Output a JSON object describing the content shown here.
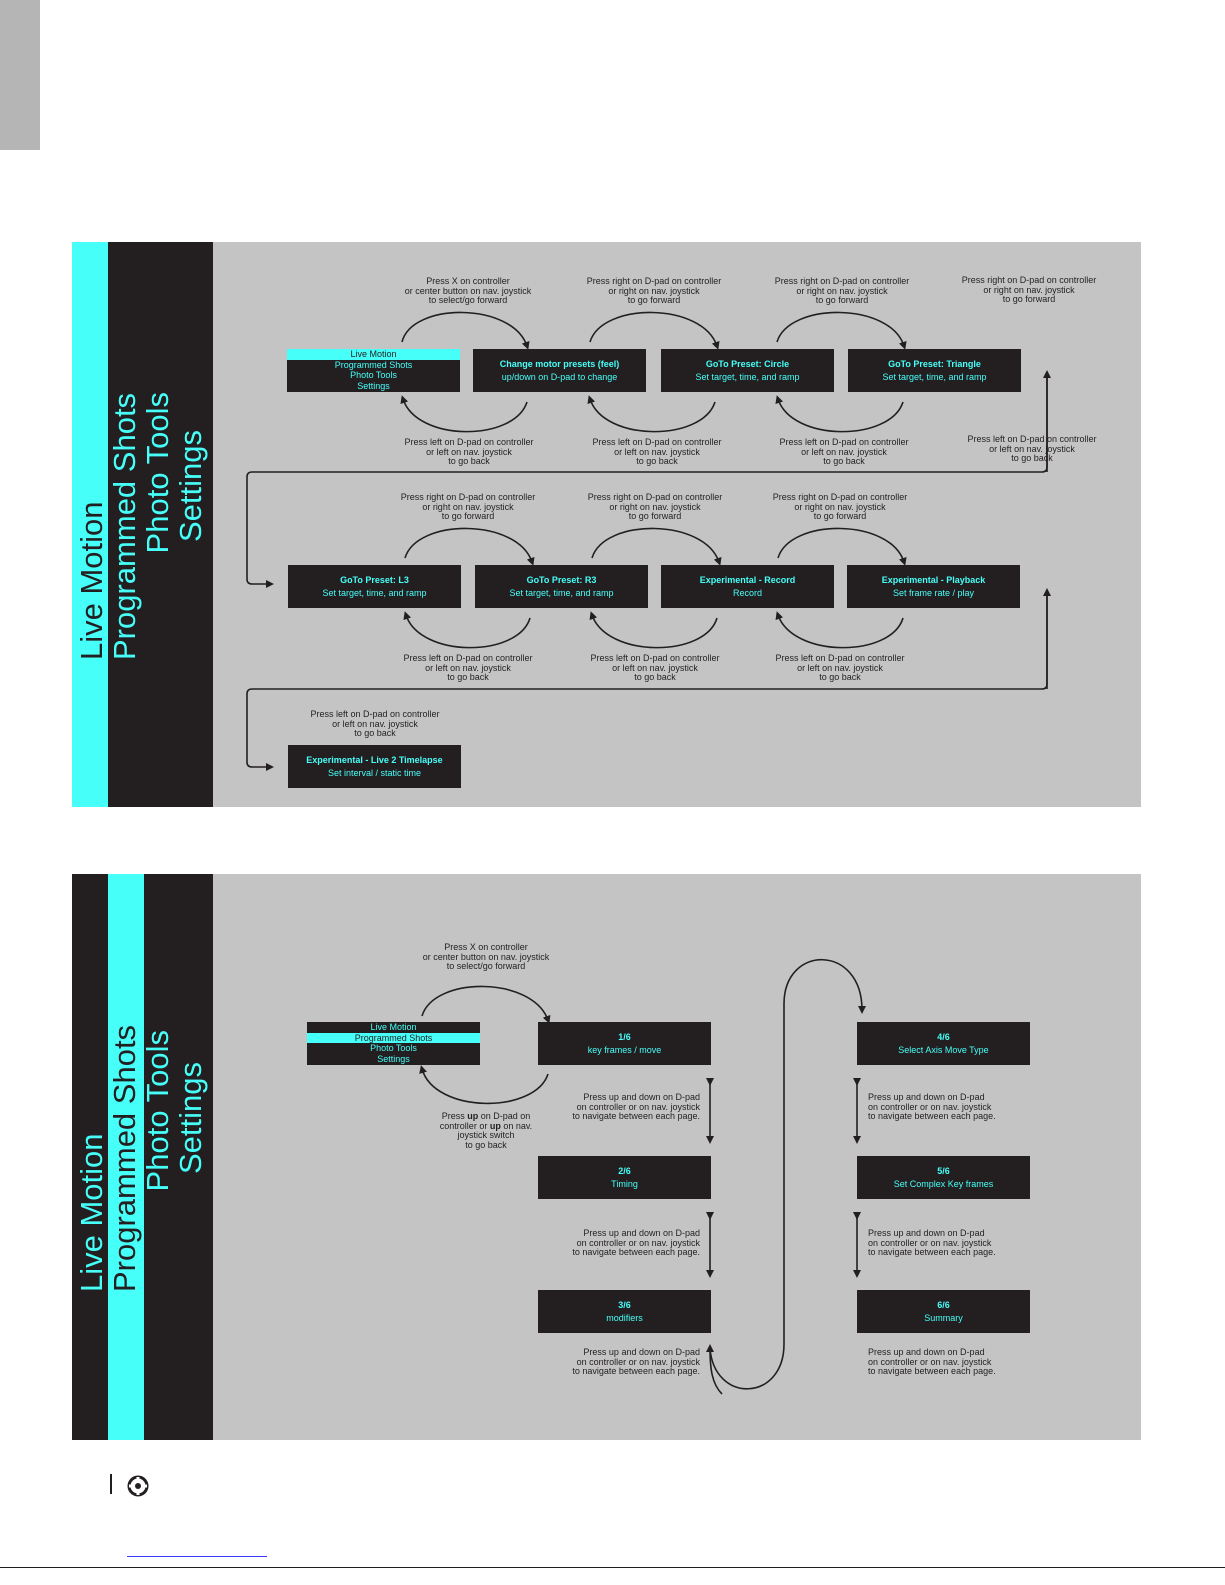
{
  "menu": [
    "Live Motion",
    "Programmed Shots",
    "Photo Tools",
    "Settings"
  ],
  "colors": {
    "accent": "#46fff9",
    "dark": "#231f20",
    "panel": "#c4c4c4"
  },
  "diagram1": {
    "selected_menu_index": 0,
    "nodes": [
      {
        "id": "motor",
        "title": "Change  motor presets (feel)",
        "sub": "up/down on D-pad to change"
      },
      {
        "id": "circle",
        "title": "GoTo Preset: Circle",
        "sub": "Set target, time, and ramp"
      },
      {
        "id": "triangle",
        "title": "GoTo Preset: Triangle",
        "sub": "Set target, time, and ramp"
      },
      {
        "id": "l3",
        "title": "GoTo Preset: L3",
        "sub": "Set target, time, and ramp"
      },
      {
        "id": "r3",
        "title": "GoTo Preset: R3",
        "sub": "Set target, time, and ramp"
      },
      {
        "id": "record",
        "title": "Experimental - Record",
        "sub": "Record"
      },
      {
        "id": "playback",
        "title": "Experimental - Playback",
        "sub": "Set frame rate / play"
      },
      {
        "id": "timelapse",
        "title": "Experimental - Live 2 Timelapse",
        "sub": "Set interval / static time"
      }
    ],
    "notes": [
      "Press X on controller\nor center button on nav. joystick\nto select/go forward",
      "Press right on D-pad on controller\nor right on nav. joystick\nto go forward",
      "Press right on D-pad on controller\nor right on nav. joystick\nto go forward",
      "Press right on D-pad on controller\nor right on nav. joystick\nto go forward",
      "Press left on D-pad on controller\nor left on nav. joystick\nto go back",
      "Press left on D-pad on controller\nor left on nav. joystick\nto go back",
      "Press left on D-pad on controller\nor left on nav. joystick\nto go back",
      "Press left on D-pad on controller\nor left on nav. joystick\nto go back",
      "Press right on D-pad on controller\nor right on nav. joystick\nto go forward",
      "Press right on D-pad on controller\nor right on nav. joystick\nto go forward",
      "Press right on D-pad on controller\nor right on nav. joystick\nto go forward",
      "Press left on D-pad on controller\nor left on nav. joystick\nto go back",
      "Press left on D-pad on controller\nor left on nav. joystick\nto go back",
      "Press left on D-pad on controller\nor left on nav. joystick\nto go back",
      "Press left on D-pad on controller\nor left on nav. joystick\nto go back"
    ]
  },
  "diagram2": {
    "selected_menu_index": 1,
    "nodes": [
      {
        "id": "p1",
        "title": "1/6",
        "sub": "key frames / move"
      },
      {
        "id": "p2",
        "title": "2/6",
        "sub": "Timing"
      },
      {
        "id": "p3",
        "title": "3/6",
        "sub": "modifiers"
      },
      {
        "id": "p4",
        "title": "4/6",
        "sub": "Select Axis Move Type"
      },
      {
        "id": "p5",
        "title": "5/6",
        "sub": "Set Complex Key frames"
      },
      {
        "id": "p6",
        "title": "6/6",
        "sub": "Summary"
      }
    ],
    "select_note": "Press X on controller\nor center button on nav. joystick\nto select/go forward",
    "back_note": {
      "a": "Press ",
      "b": "up",
      "c": " on D-pad on\ncontroller or ",
      "d": "up",
      "e": " on nav.\njoystick switch\nto go back"
    },
    "nav_note": "Press up and down on D-pad\non controller or on nav. joystick\nto navigate between each page."
  }
}
